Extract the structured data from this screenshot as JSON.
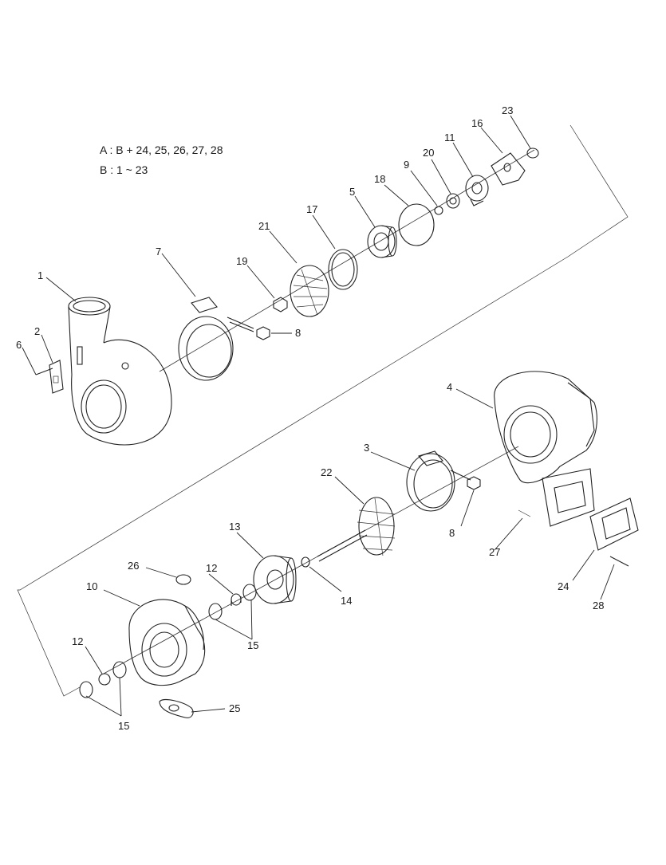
{
  "legend": {
    "line_a": "A : B + 24, 25, 26, 27, 28",
    "line_b": "B : 1 ~ 23"
  },
  "callouts": {
    "p1": "1",
    "p2": "2",
    "p3": "3",
    "p4": "4",
    "p5": "5",
    "p6": "6",
    "p7": "7",
    "p8a": "8",
    "p8b": "8",
    "p9": "9",
    "p10": "10",
    "p11": "11",
    "p12a": "12",
    "p12b": "12",
    "p13": "13",
    "p14": "14",
    "p15a": "15",
    "p15b": "15",
    "p16": "16",
    "p17": "17",
    "p18": "18",
    "p19": "19",
    "p20": "20",
    "p21": "21",
    "p22": "22",
    "p23": "23",
    "p24": "24",
    "p25": "25",
    "p26": "26",
    "p27": "27",
    "p28": "28"
  }
}
